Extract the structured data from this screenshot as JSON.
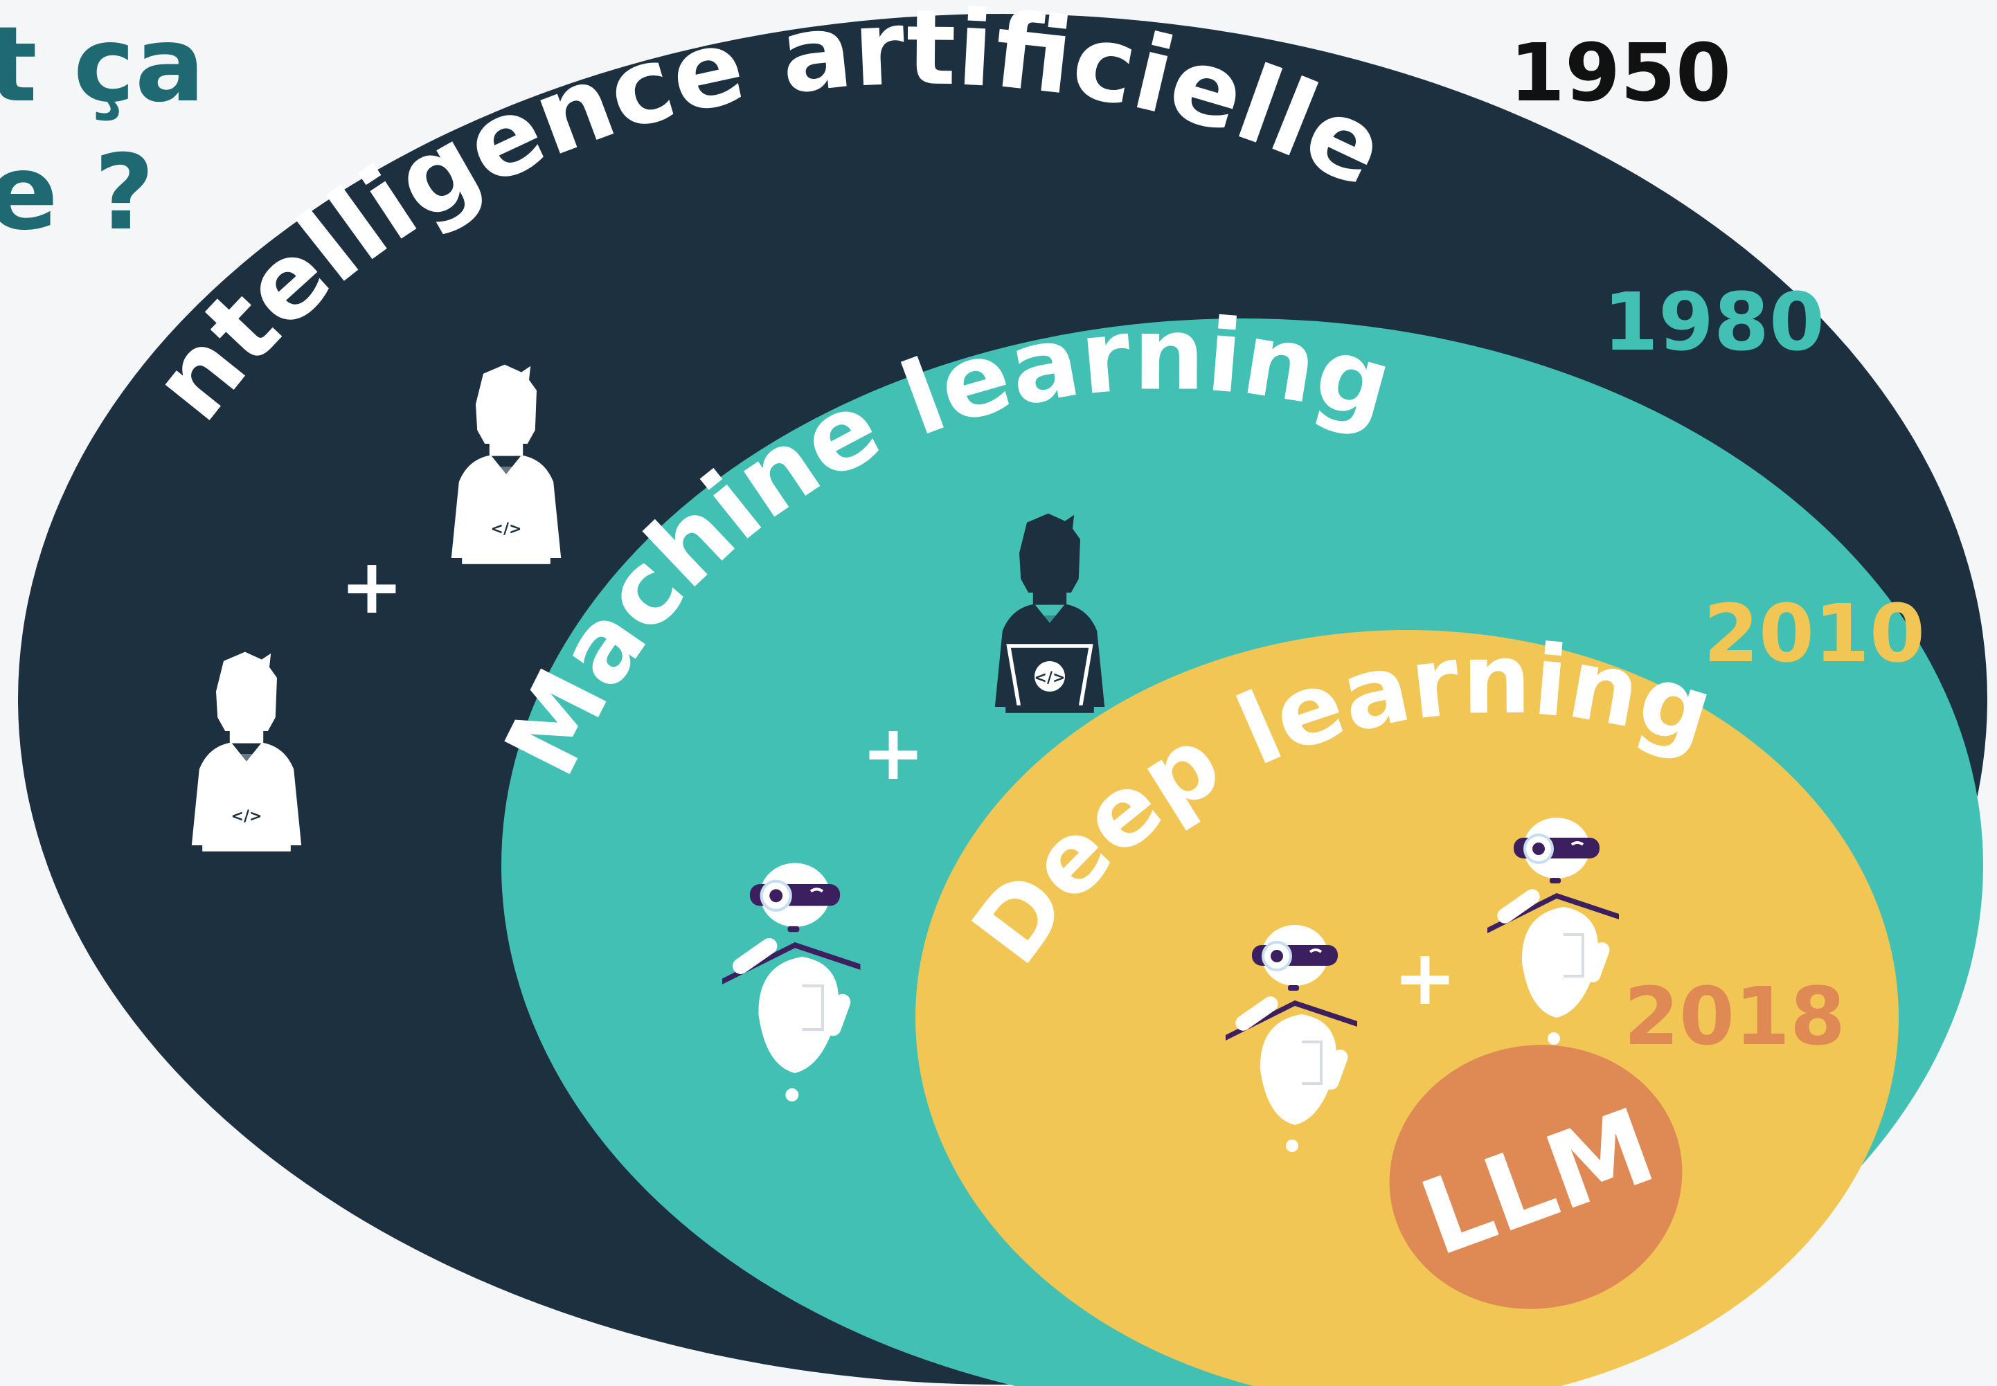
{
  "colors": {
    "background": "#f4f6f8",
    "ai": "#1c303f",
    "ml": "#43c0b4",
    "dl": "#f2c655",
    "llm": "#df8954",
    "white": "#ffffff",
    "heading": "#1f6a72",
    "year_1950": "#111111",
    "year_1980": "#43c0b4",
    "year_2010": "#f2c655",
    "year_2018": "#df8954",
    "robot_accent": "#3b1f5e"
  },
  "heading": {
    "line1": "t ça",
    "line2": "e ?"
  },
  "rings": {
    "ai": {
      "label": "Intelligence artificielle",
      "year": "1950"
    },
    "ml": {
      "label": "Machine learning",
      "year": "1980"
    },
    "dl": {
      "label": "Deep learning",
      "year": "2010"
    },
    "llm": {
      "label": "LLM",
      "year": "2018"
    }
  },
  "symbols": {
    "plus": "+"
  },
  "icons": {
    "person": "person-laptop-icon",
    "robot": "robot-icon"
  }
}
